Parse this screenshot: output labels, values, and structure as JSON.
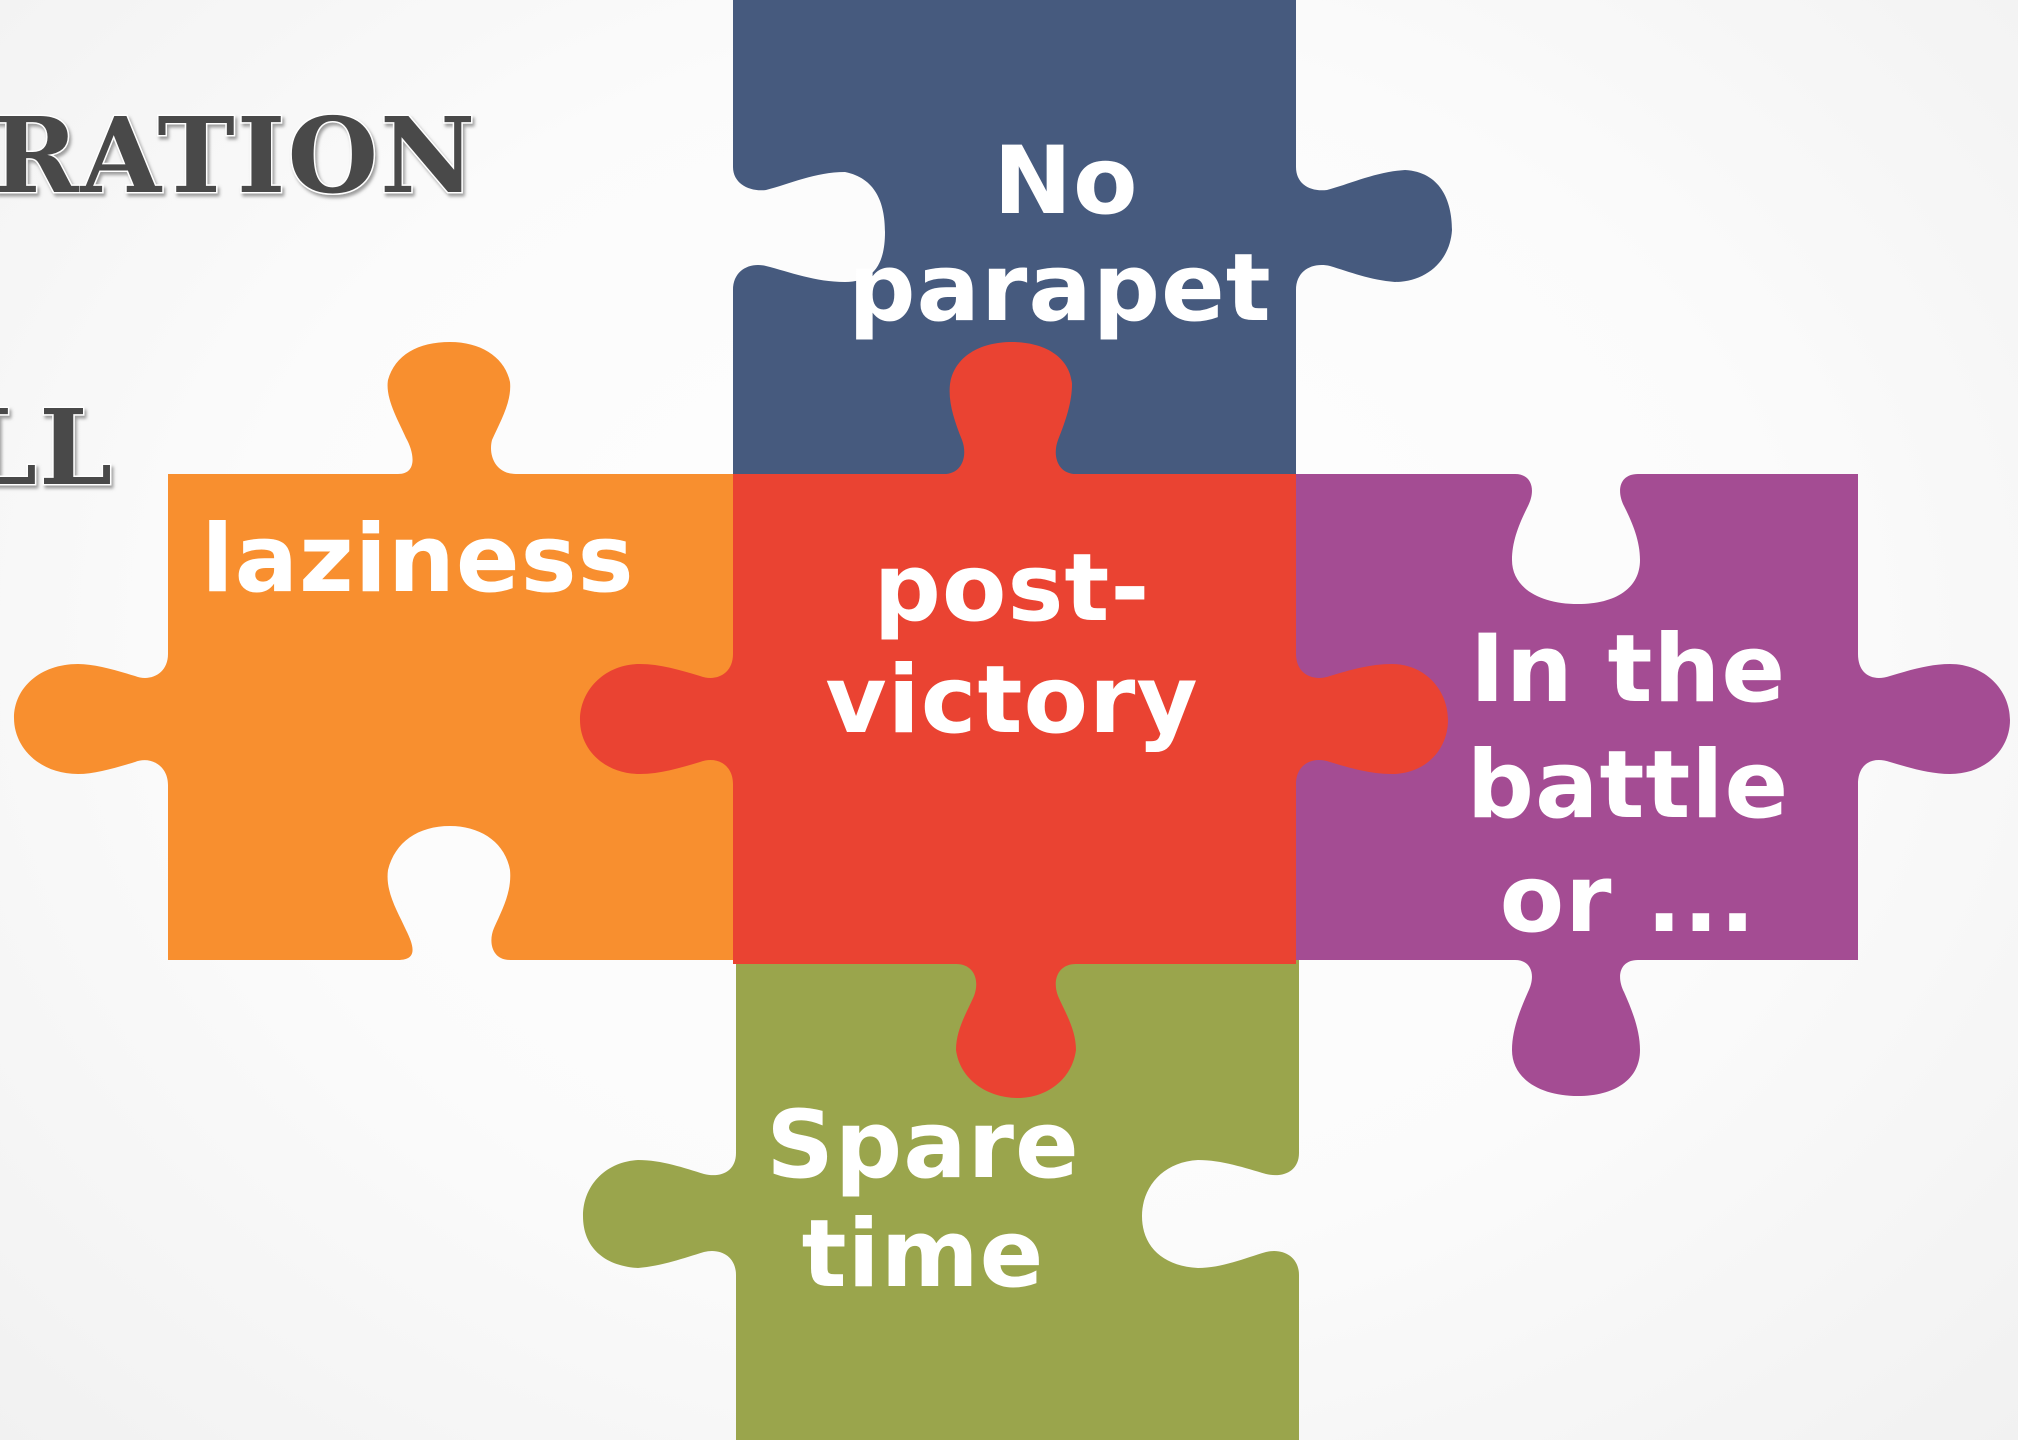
{
  "title_fragments": [
    "RATION",
    "LL"
  ],
  "pieces": {
    "top": {
      "lines": [
        "No",
        "parapet"
      ],
      "color": "#465a7e"
    },
    "left": {
      "lines": [
        "laziness"
      ],
      "color": "#f88f2f"
    },
    "center": {
      "lines": [
        "post-",
        "victory"
      ],
      "color": "#ea4332"
    },
    "right": {
      "lines": [
        "In the",
        "battle",
        "or ..."
      ],
      "color": "#a44c93"
    },
    "bottom": {
      "lines": [
        "Spare",
        "time"
      ],
      "color": "#9aa54c"
    }
  }
}
